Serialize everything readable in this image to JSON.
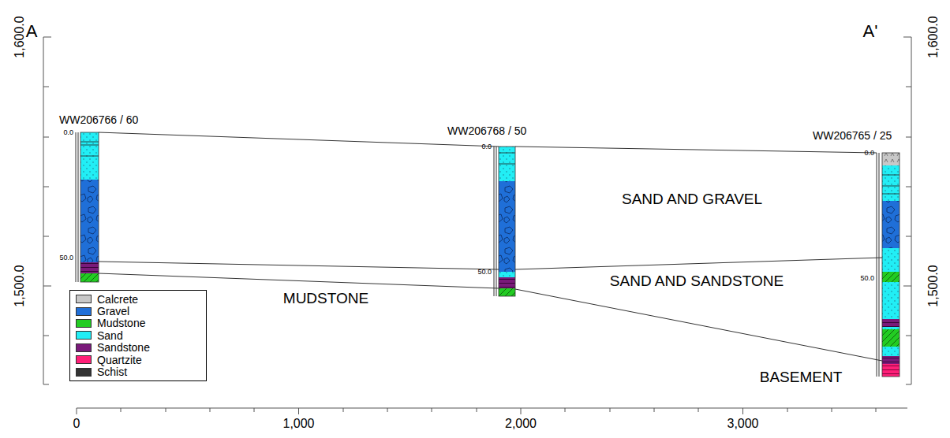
{
  "diagram": {
    "labels": [
      "A",
      "A'",
      "1,600.0",
      "1,600.0",
      "WW206766 / 60",
      "WW206768 / 50",
      "WW206765 / 25",
      "0.0",
      "0.0",
      "0.0",
      "50.0",
      "50.0",
      "50.0",
      "SAND AND GRAVEL",
      "SAND AND SANDSTONE",
      "MUDSTONE",
      "1,500.0",
      "1,500.0",
      "BASEMENT",
      "0",
      "1,000",
      "2,000",
      "3,000"
    ],
    "legend": [
      {
        "text": "Calcrete",
        "color": "#c8c8c8"
      },
      {
        "text": "Gravel",
        "color": "#1f6fd8"
      },
      {
        "text": "Mudstone",
        "color": "#22cc22"
      },
      {
        "text": "Sand",
        "color": "#22eef5"
      },
      {
        "text": "Sandstone",
        "color": "#7a1a7a"
      },
      {
        "text": "Quartzite",
        "color": "#ff1f78"
      },
      {
        "text": "Schist",
        "color": "#333333"
      }
    ]
  }
}
